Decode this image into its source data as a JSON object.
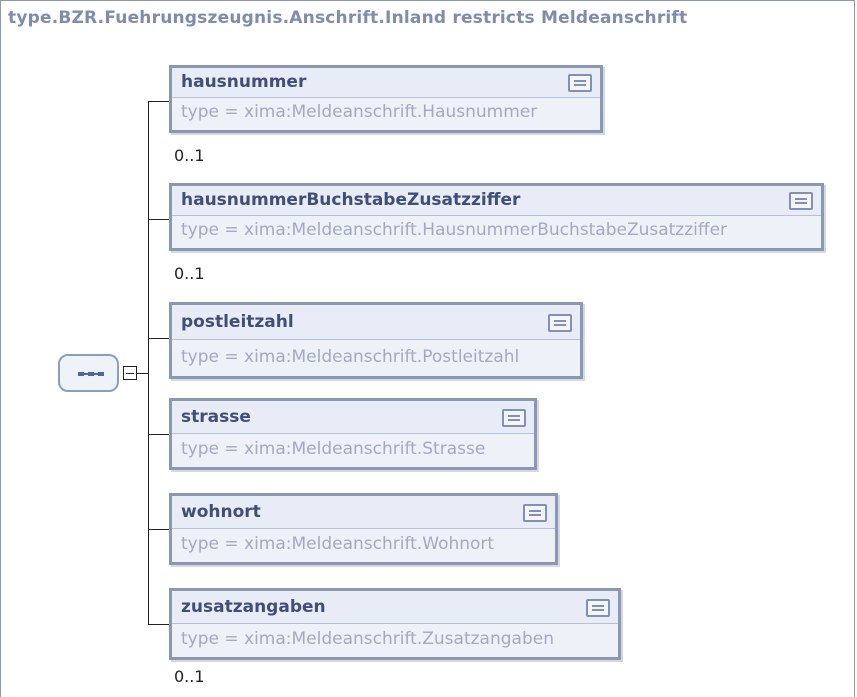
{
  "diagram": {
    "title": "type.BZR.Fuehrungszeugnis.Anschrift.Inland restricts Meldeanschrift",
    "compositor_icon": "sequence-icon",
    "elements": [
      {
        "name": "hausnummer",
        "type": "type = xima:Meldeanschrift.Hausnummer",
        "cardinality": "0..1"
      },
      {
        "name": "hausnummerBuchstabeZusatzziffer",
        "type": "type = xima:Meldeanschrift.HausnummerBuchstabeZusatzziffer",
        "cardinality": "0..1"
      },
      {
        "name": "postleitzahl",
        "type": "type = xima:Meldeanschrift.Postleitzahl",
        "cardinality": ""
      },
      {
        "name": "strasse",
        "type": "type = xima:Meldeanschrift.Strasse",
        "cardinality": ""
      },
      {
        "name": "wohnort",
        "type": "type = xima:Meldeanschrift.Wohnort",
        "cardinality": ""
      },
      {
        "name": "zusatzangaben",
        "type": "type = xima:Meldeanschrift.Zusatzangaben",
        "cardinality": "0..1"
      }
    ]
  }
}
